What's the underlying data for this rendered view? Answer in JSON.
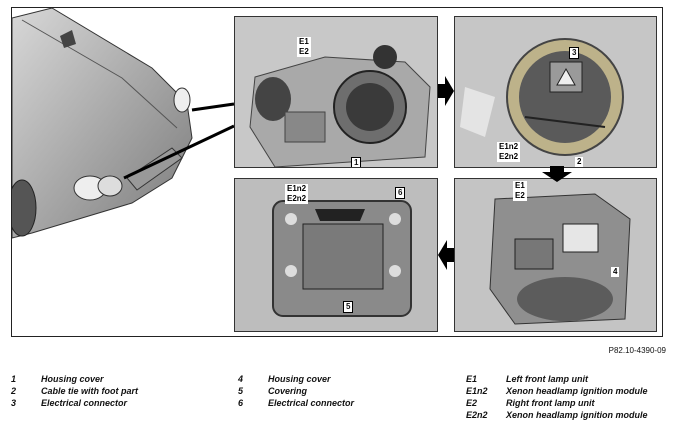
{
  "figure": {
    "reference": "P82.10-4390-09",
    "panels": [
      {
        "id": "top-middle",
        "labels": [
          "E1",
          "E2"
        ],
        "callouts": [
          "1"
        ]
      },
      {
        "id": "top-right",
        "labels": [
          "E1n2",
          "E2n2"
        ],
        "callouts": [
          "3",
          "2"
        ]
      },
      {
        "id": "bottom-right",
        "labels": [
          "E1",
          "E2"
        ],
        "callouts": [
          "4"
        ]
      },
      {
        "id": "bottom-middle",
        "labels": [
          "E1n2",
          "E2n2"
        ],
        "callouts": [
          "6",
          "5"
        ]
      }
    ]
  },
  "legend": {
    "col1": [
      {
        "num": "1",
        "text": "Housing cover"
      },
      {
        "num": "2",
        "text": "Cable tie with foot part"
      },
      {
        "num": "3",
        "text": "Electrical connector"
      }
    ],
    "col2": [
      {
        "num": "4",
        "text": "Housing cover"
      },
      {
        "num": "5",
        "text": "Covering"
      },
      {
        "num": "6",
        "text": "Electrical connector"
      }
    ],
    "col3": [
      {
        "code": "E1",
        "text": "Left front lamp unit"
      },
      {
        "code": "E1n2",
        "text": "Xenon headlamp ignition module"
      },
      {
        "code": "E2",
        "text": "Right front lamp unit"
      },
      {
        "code": "E2n2",
        "text": "Xenon headlamp ignition module"
      }
    ]
  }
}
